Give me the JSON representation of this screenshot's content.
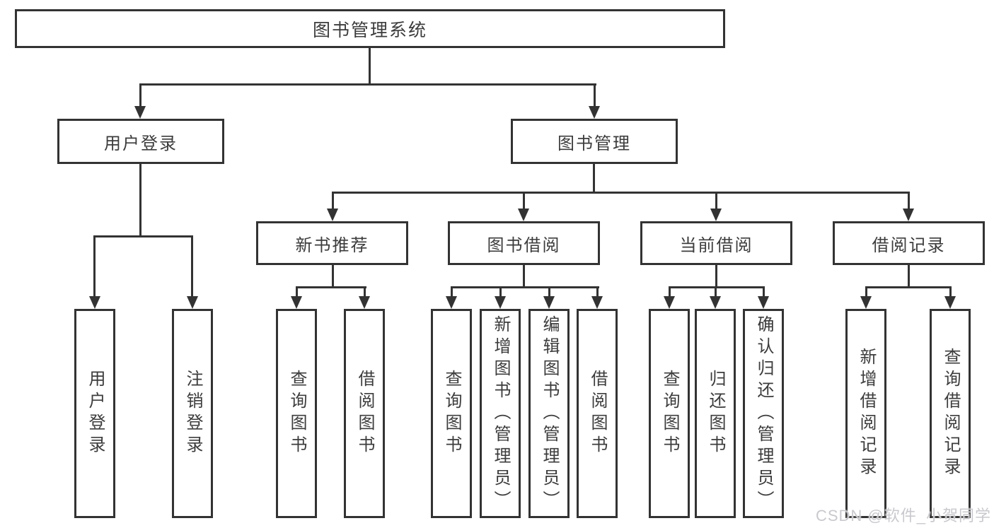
{
  "colors": {
    "line": "#333333",
    "box_border": "#333333",
    "box_fill": "#ffffff",
    "text": "#3c3c3c",
    "watermark_text_color": "#c9c9ce"
  },
  "root": {
    "label": "图书管理系统"
  },
  "level2": [
    {
      "label": "用户登录"
    },
    {
      "label": "图书管理"
    }
  ],
  "level3": [
    {
      "label": "新书推荐"
    },
    {
      "label": "图书借阅"
    },
    {
      "label": "当前借阅"
    },
    {
      "label": "借阅记录"
    }
  ],
  "leaves": {
    "user_login": [
      {
        "label": "用户登录"
      },
      {
        "label": "注销登录"
      }
    ],
    "new_book": [
      {
        "label": "查询图书"
      },
      {
        "label": "借阅图书"
      }
    ],
    "book_borrow": [
      {
        "label": "查询图书"
      },
      {
        "label": "新增图书（管理员）"
      },
      {
        "label": "编辑图书（管理员）"
      },
      {
        "label": "借阅图书"
      }
    ],
    "current_borrow": [
      {
        "label": "查询图书"
      },
      {
        "label": "归还图书"
      },
      {
        "label": "确认归还（管理员）"
      }
    ],
    "borrow_record": [
      {
        "label": "新增借阅记录"
      },
      {
        "label": "查询借阅记录"
      }
    ]
  },
  "watermark": "CSDN @软件_小贺同学"
}
